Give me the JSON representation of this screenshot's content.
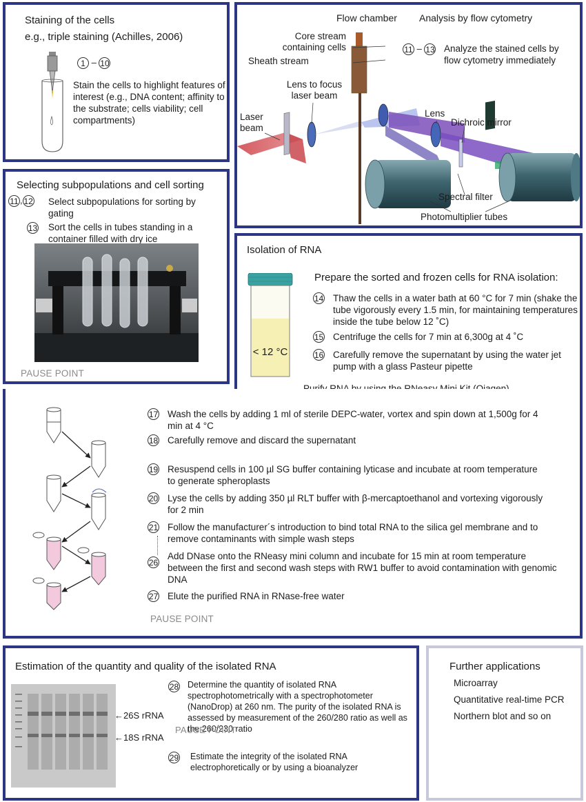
{
  "staining": {
    "title": "Staining of the cells",
    "subtitle": "e.g., triple staining (Achilles, 2006)",
    "range_start": "1",
    "range_dash": "–",
    "range_end": "10",
    "text": "Stain the cells to highlight features of interest (e.g., DNA content; affinity to the substrate; cells viability; cell compartments)"
  },
  "flow": {
    "title_chamber": "Flow chamber",
    "title_analysis": "Analysis by flow cytometry",
    "label_core": "Core stream containing cells",
    "label_sheath": "Sheath stream",
    "label_lens_focus": "Lens to focus laser beam",
    "label_laser": "Laser beam",
    "label_lens": "Lens",
    "label_dichroic": "Dichroic mirror",
    "label_spectral": "Spectral filter",
    "label_pmt": "Photomultiplier tubes",
    "range_start": "11",
    "range_dash": "–",
    "range_end": "13",
    "analyze_text": "Analyze the stained cells by flow cytometry immediately"
  },
  "selecting": {
    "title": "Selecting subpopulations and cell sorting",
    "step_a1": "11",
    "step_a_sep": ",",
    "step_a2": "12",
    "step_a_text": "Select subpopulations for sorting by gating",
    "step_b": "13",
    "step_b_text": "Sort the cells in tubes standing in a container filled with dry ice",
    "pause": "PAUSE POINT"
  },
  "isolation": {
    "title": "Isolation of RNA",
    "prepare": "Prepare the sorted and frozen cells for RNA isolation:",
    "tube_label": "< 12 °C",
    "steps": [
      {
        "num": "14",
        "text": "Thaw the cells in a water bath at 60 °C for 7 min (shake the tube vigorously every 1.5 min, for maintaining temperatures inside the tube below 12 ˚C)"
      },
      {
        "num": "15",
        "text": "Centrifuge the cells for 7 min at 6,300g at 4 ˚C"
      },
      {
        "num": "16",
        "text": "Carefully remove the supernatant by using the water jet pump with a glass Pasteur pipette"
      }
    ],
    "purify": "Purify RNA by using the RNeasy Mini Kit (Qiagen)"
  },
  "purification": {
    "steps": [
      {
        "num": "17",
        "text": "Wash the cells by adding 1 ml of sterile DEPC-water, vortex and spin down at 1,500g for 4 min at 4 °C"
      },
      {
        "num": "18",
        "text": "Carefully remove and discard the supernatant"
      },
      {
        "num": "19",
        "text": "Resuspend cells in 100 µl SG buffer containing lyticase and incubate at room temperature to generate spheroplasts"
      },
      {
        "num": "20",
        "text": "Lyse the cells by adding 350 µl RLT buffer with β-mercaptoethanol and vortexing vigorously for 2 min"
      },
      {
        "num": "21",
        "text": "Follow the manufacturer´s introduction to bind total RNA to the silica gel membrane and to remove contaminants with simple wash steps"
      },
      {
        "num": "26",
        "text": "Add DNase onto the RNeasy mini column and incubate for 15 min at room temperature between the first and second wash steps with RW1 buffer to avoid contamination with genomic DNA"
      },
      {
        "num": "27",
        "text": "Elute the purified RNA in RNase-free water"
      }
    ],
    "pause": "PAUSE POINT"
  },
  "estimation": {
    "title": "Estimation of the quantity and quality of the isolated RNA",
    "label_26s": "←26S rRNA",
    "label_18s": "←18S rRNA",
    "step28_num": "28",
    "step28_text": "Determine the quantity of isolated RNA spectrophotometrically with a spectrophotometer (NanoDrop) at 260 nm. The purity of the isolated RNA is assessed by measurement of the 260/280 ratio as well as the 260/230 ratio",
    "pause": "PAUSE POINT",
    "step29_num": "29",
    "step29_text": "Estimate the integrity of the isolated RNA electrophoretically or by using a bioanalyzer"
  },
  "further": {
    "title": "Further applications",
    "items": [
      "Microarray",
      "Quantitative real-time PCR",
      "Northern blot and so on"
    ]
  }
}
